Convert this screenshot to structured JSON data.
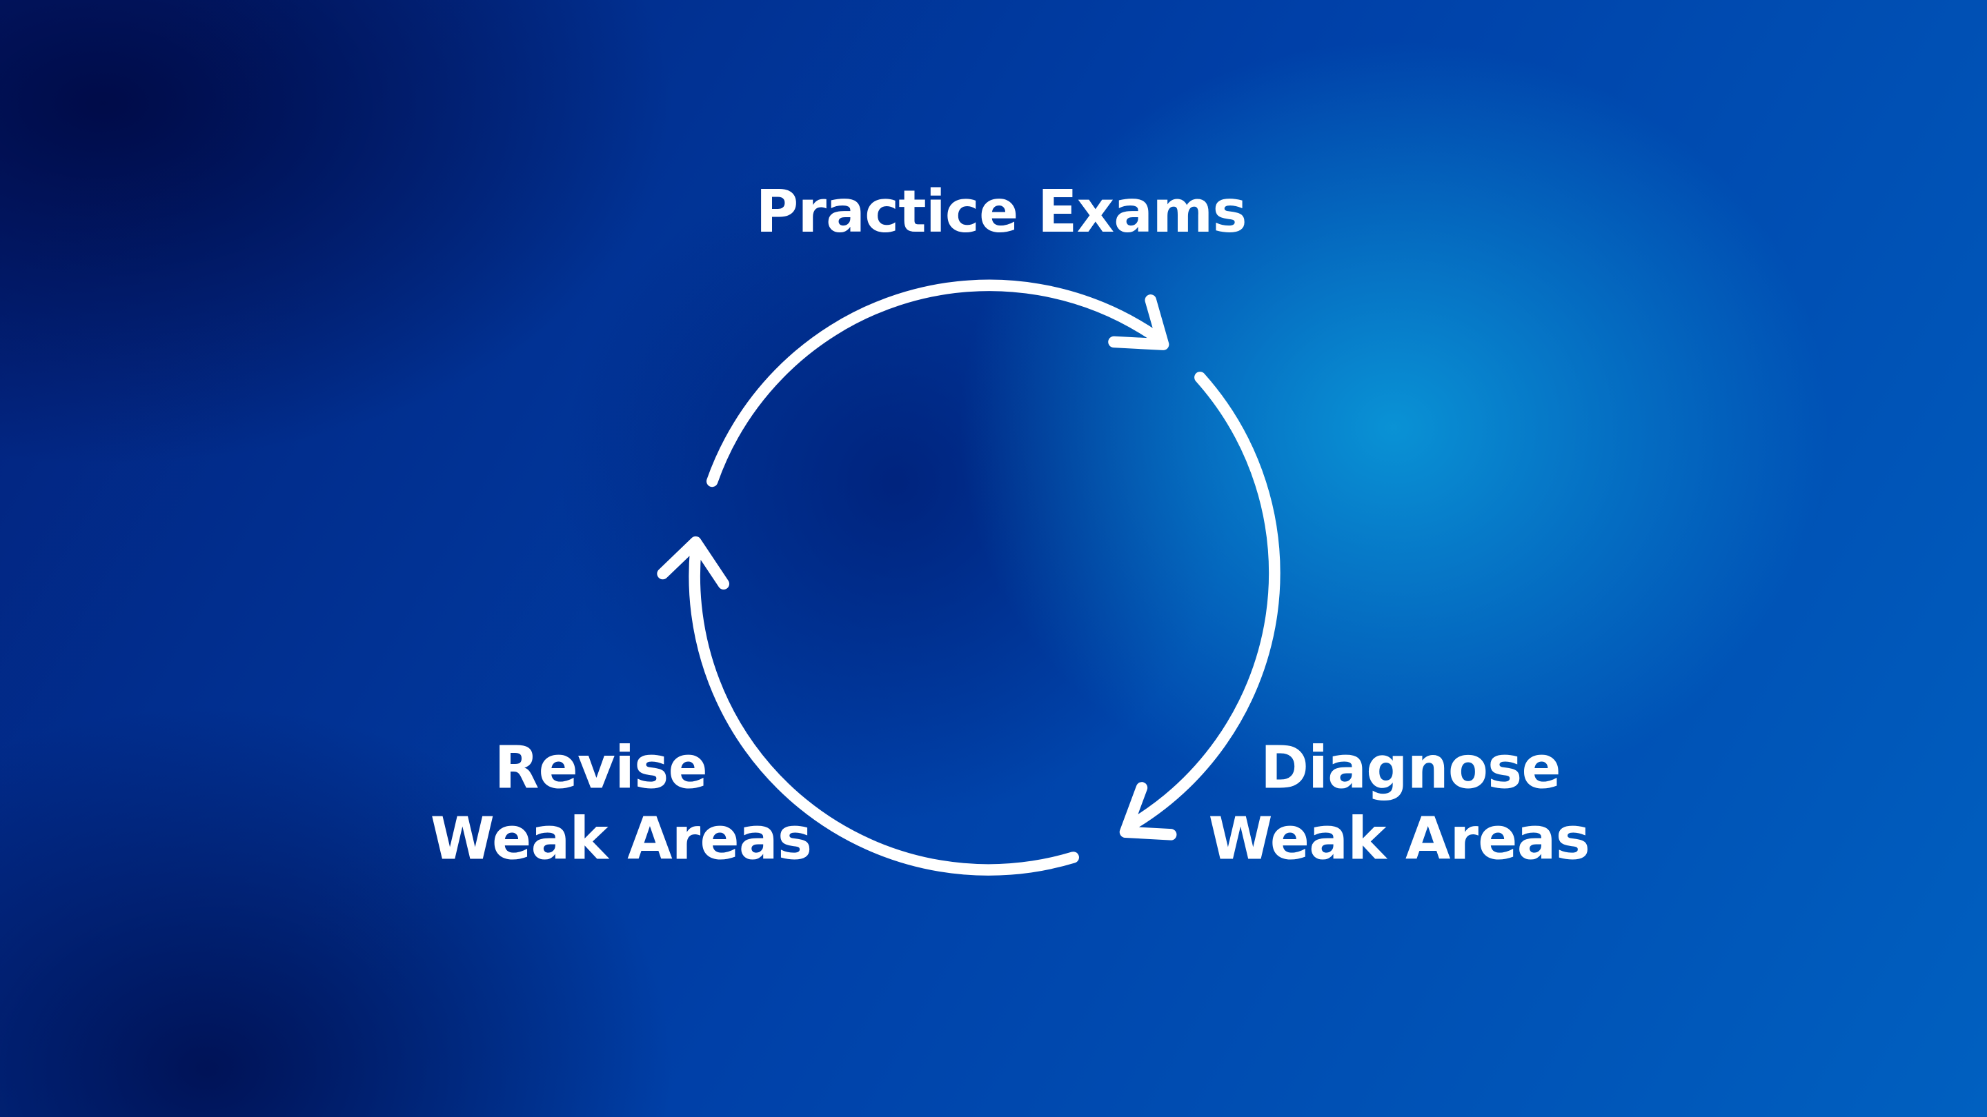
{
  "diagram": {
    "type": "cycle",
    "steps": [
      {
        "label": "Practice Exams"
      },
      {
        "label_line1": "Diagnose",
        "label_line2": "Weak Areas"
      },
      {
        "label_line1": "Revise",
        "label_line2": "Weak Areas"
      }
    ],
    "colors": {
      "foreground": "#ffffff",
      "background_dark": "#000e50",
      "background_light": "#0a96d7"
    }
  }
}
